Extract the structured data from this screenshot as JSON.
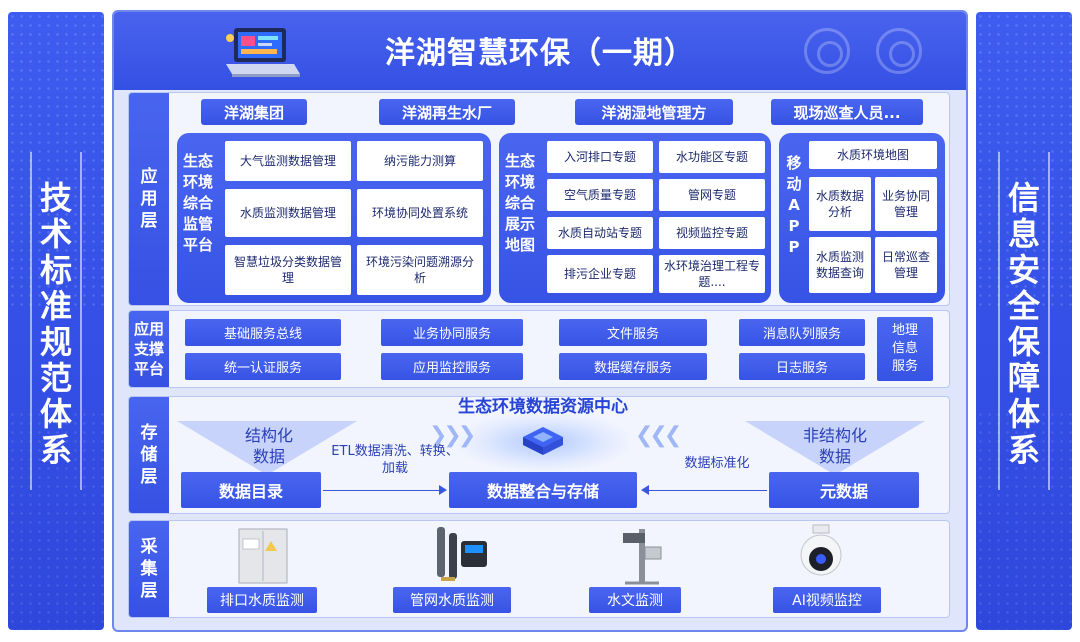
{
  "left_banner": {
    "chars": [
      "技",
      "术",
      "标",
      "准",
      "规",
      "范",
      "体",
      "系"
    ]
  },
  "right_banner": {
    "chars": [
      "信",
      "息",
      "安",
      "全",
      "保",
      "障",
      "体",
      "系"
    ]
  },
  "header": {
    "title": "洋湖智慧环保（一期）"
  },
  "layers": {
    "app": {
      "label": [
        "应",
        "用",
        "层"
      ],
      "users": [
        "洋湖集团",
        "洋湖再生水厂",
        "洋湖湿地管理方",
        "现场巡查人员..."
      ],
      "panel1": {
        "label": [
          "生态",
          "环境",
          "综合",
          "监管",
          "平台"
        ],
        "items": [
          "大气监测数据管理",
          "纳污能力测算",
          "水质监测数据管理",
          "环境协同处置系统",
          "智慧垃圾分类数据管理",
          "环境污染问题溯源分析"
        ]
      },
      "panel2": {
        "label": [
          "生态",
          "环境",
          "综合",
          "展示",
          "地图"
        ],
        "items": [
          "入河排口专题",
          "水功能区专题",
          "空气质量专题",
          "管网专题",
          "水质自动站专题",
          "视频监控专题",
          "排污企业专题",
          "水环境治理工程专题...."
        ]
      },
      "panel3": {
        "label": [
          "移",
          "动",
          "A",
          "P",
          "P"
        ],
        "top_item": "水质环境地图",
        "items": [
          "水质数据分析",
          "业务协同管理",
          "水质监测数据查询",
          "日常巡查管理"
        ]
      }
    },
    "support": {
      "label": [
        "应用",
        "支撑",
        "平台"
      ],
      "services": [
        "基础服务总线",
        "业务协同服务",
        "文件服务",
        "消息队列服务",
        "统一认证服务",
        "应用监控服务",
        "数据缓存服务",
        "日志服务"
      ],
      "geo": [
        "地理",
        "信息",
        "服务"
      ]
    },
    "storage": {
      "label": [
        "存",
        "储",
        "层"
      ],
      "center_title": "生态环境数据资源中心",
      "structured": [
        "结构化",
        "数据"
      ],
      "unstructured": [
        "非结构化",
        "数据"
      ],
      "etl": [
        "ETL数据清洗、转换、",
        "加载"
      ],
      "standardize": "数据标准化",
      "boxes": [
        "数据目录",
        "数据整合与存储",
        "元数据"
      ]
    },
    "collect": {
      "label": [
        "采",
        "集",
        "层"
      ],
      "devices": [
        "排口水质监测",
        "管网水质监测",
        "水文监测",
        "AI视频监控"
      ]
    }
  },
  "colors": {
    "primary": "#3a57e8",
    "panel_bg": "#f2f5fe",
    "frame_bg": "#dfe6fb",
    "text_dark": "#1d2a6e"
  }
}
